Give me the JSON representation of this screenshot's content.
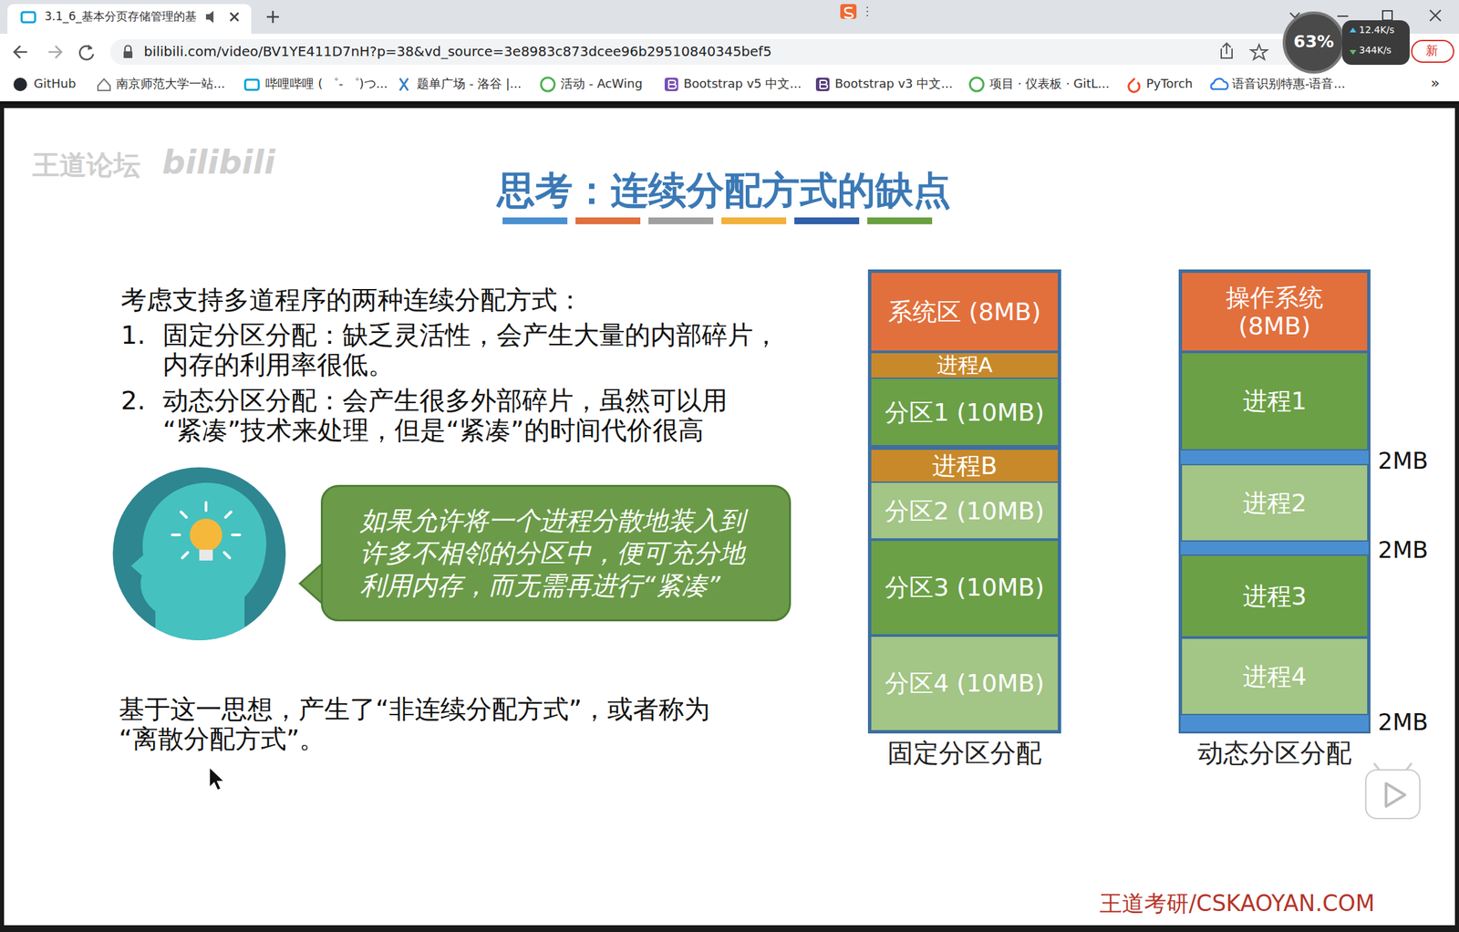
{
  "diagram": {
    "title": "思考：连续分配方式的缺点",
    "nodes": [
      {
        "text": [
          "如果允许将一个进程分散地装入到许多不相邻的分区中，便可充分地利用内存，而无需再进行“紧凑”"
        ]
      },
      {
        "text": [
          "固定分区分配"
        ]
      },
      {
        "text": [
          "系统区 (8MB)"
        ],
        "in": 1
      },
      {
        "text": [
          "分区1 (10MB)"
        ],
        "in": 1
      },
      {
        "text": [
          "进程A"
        ],
        "in": 3
      },
      {
        "text": [
          "分区2 (10MB)"
        ],
        "in": 1
      },
      {
        "text": [
          "进程B"
        ],
        "in": 5
      },
      {
        "text": [
          "分区3 (10MB)"
        ],
        "in": 1
      },
      {
        "text": [
          "分区4 (10MB)"
        ],
        "in": 1
      },
      {
        "text": [
          "动态分区分配"
        ]
      },
      {
        "text": [
          "操作系统 (8MB)"
        ],
        "in": 9
      },
      {
        "text": [
          "进程1"
        ],
        "in": 9
      },
      {
        "text": [
          "进程2"
        ],
        "in": 9
      },
      {
        "text": [
          "进程3"
        ],
        "in": 9
      },
      {
        "text": [
          "进程4"
        ],
        "in": 9
      }
    ],
    "labels": [
      "3.1_6_基本分页存储管理的基",
      "bilibili.com/video/BV1YE411D7nH?p=38&vd_source=3e8983c873dcee96b29510840345bef5",
      "GitHub",
      "南京师范大学一站...",
      "哔哩哔哩 ( ゜- ゜)つ...",
      "题单广场 - 洛谷 |...",
      "活动 - AcWing",
      "Bootstrap v5 中文...",
      "Bootstrap v3 中文...",
      "项目 · 仪表板 · GitL...",
      "PyTorch",
      "语音识别特惠-语音...",
      "»",
      "63%",
      "12.4K/s",
      "344K/s",
      "新",
      "王道论坛",
      "bilibili",
      "考虑支持多道程序的两种连续分配方式：",
      "1.",
      "固定分区分配：缺乏灵活性，会产生大量的内部碎片，内存的利用率很低。",
      "2.",
      "动态分区分配：会产生很多外部碎片，虽然可以用“紧凑”技术来处理，但是“紧凑”的时间代价很高",
      "基于这一思想，产生了“非连续分配方式”，或者称为“离散分配方式”。",
      "2MB",
      "2MB",
      "2MB",
      "王道考研/CSKAOYAN.COM"
    ]
  }
}
